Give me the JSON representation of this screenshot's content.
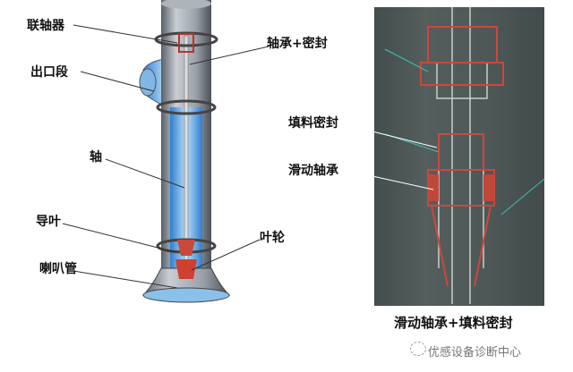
{
  "left_labels": {
    "coupling": "联轴器",
    "outlet": "出口段",
    "shaft": "轴",
    "guide_vane": "导叶",
    "bell_mouth": "喇叭管",
    "bearing_seal": "轴承+密封",
    "impeller": "叶轮"
  },
  "right_labels": {
    "packing_seal": "填料密封",
    "sliding_bearing": "滑动轴承",
    "caption": "滑动轴承+填料密封"
  },
  "watermark": "优感设备诊断中心"
}
